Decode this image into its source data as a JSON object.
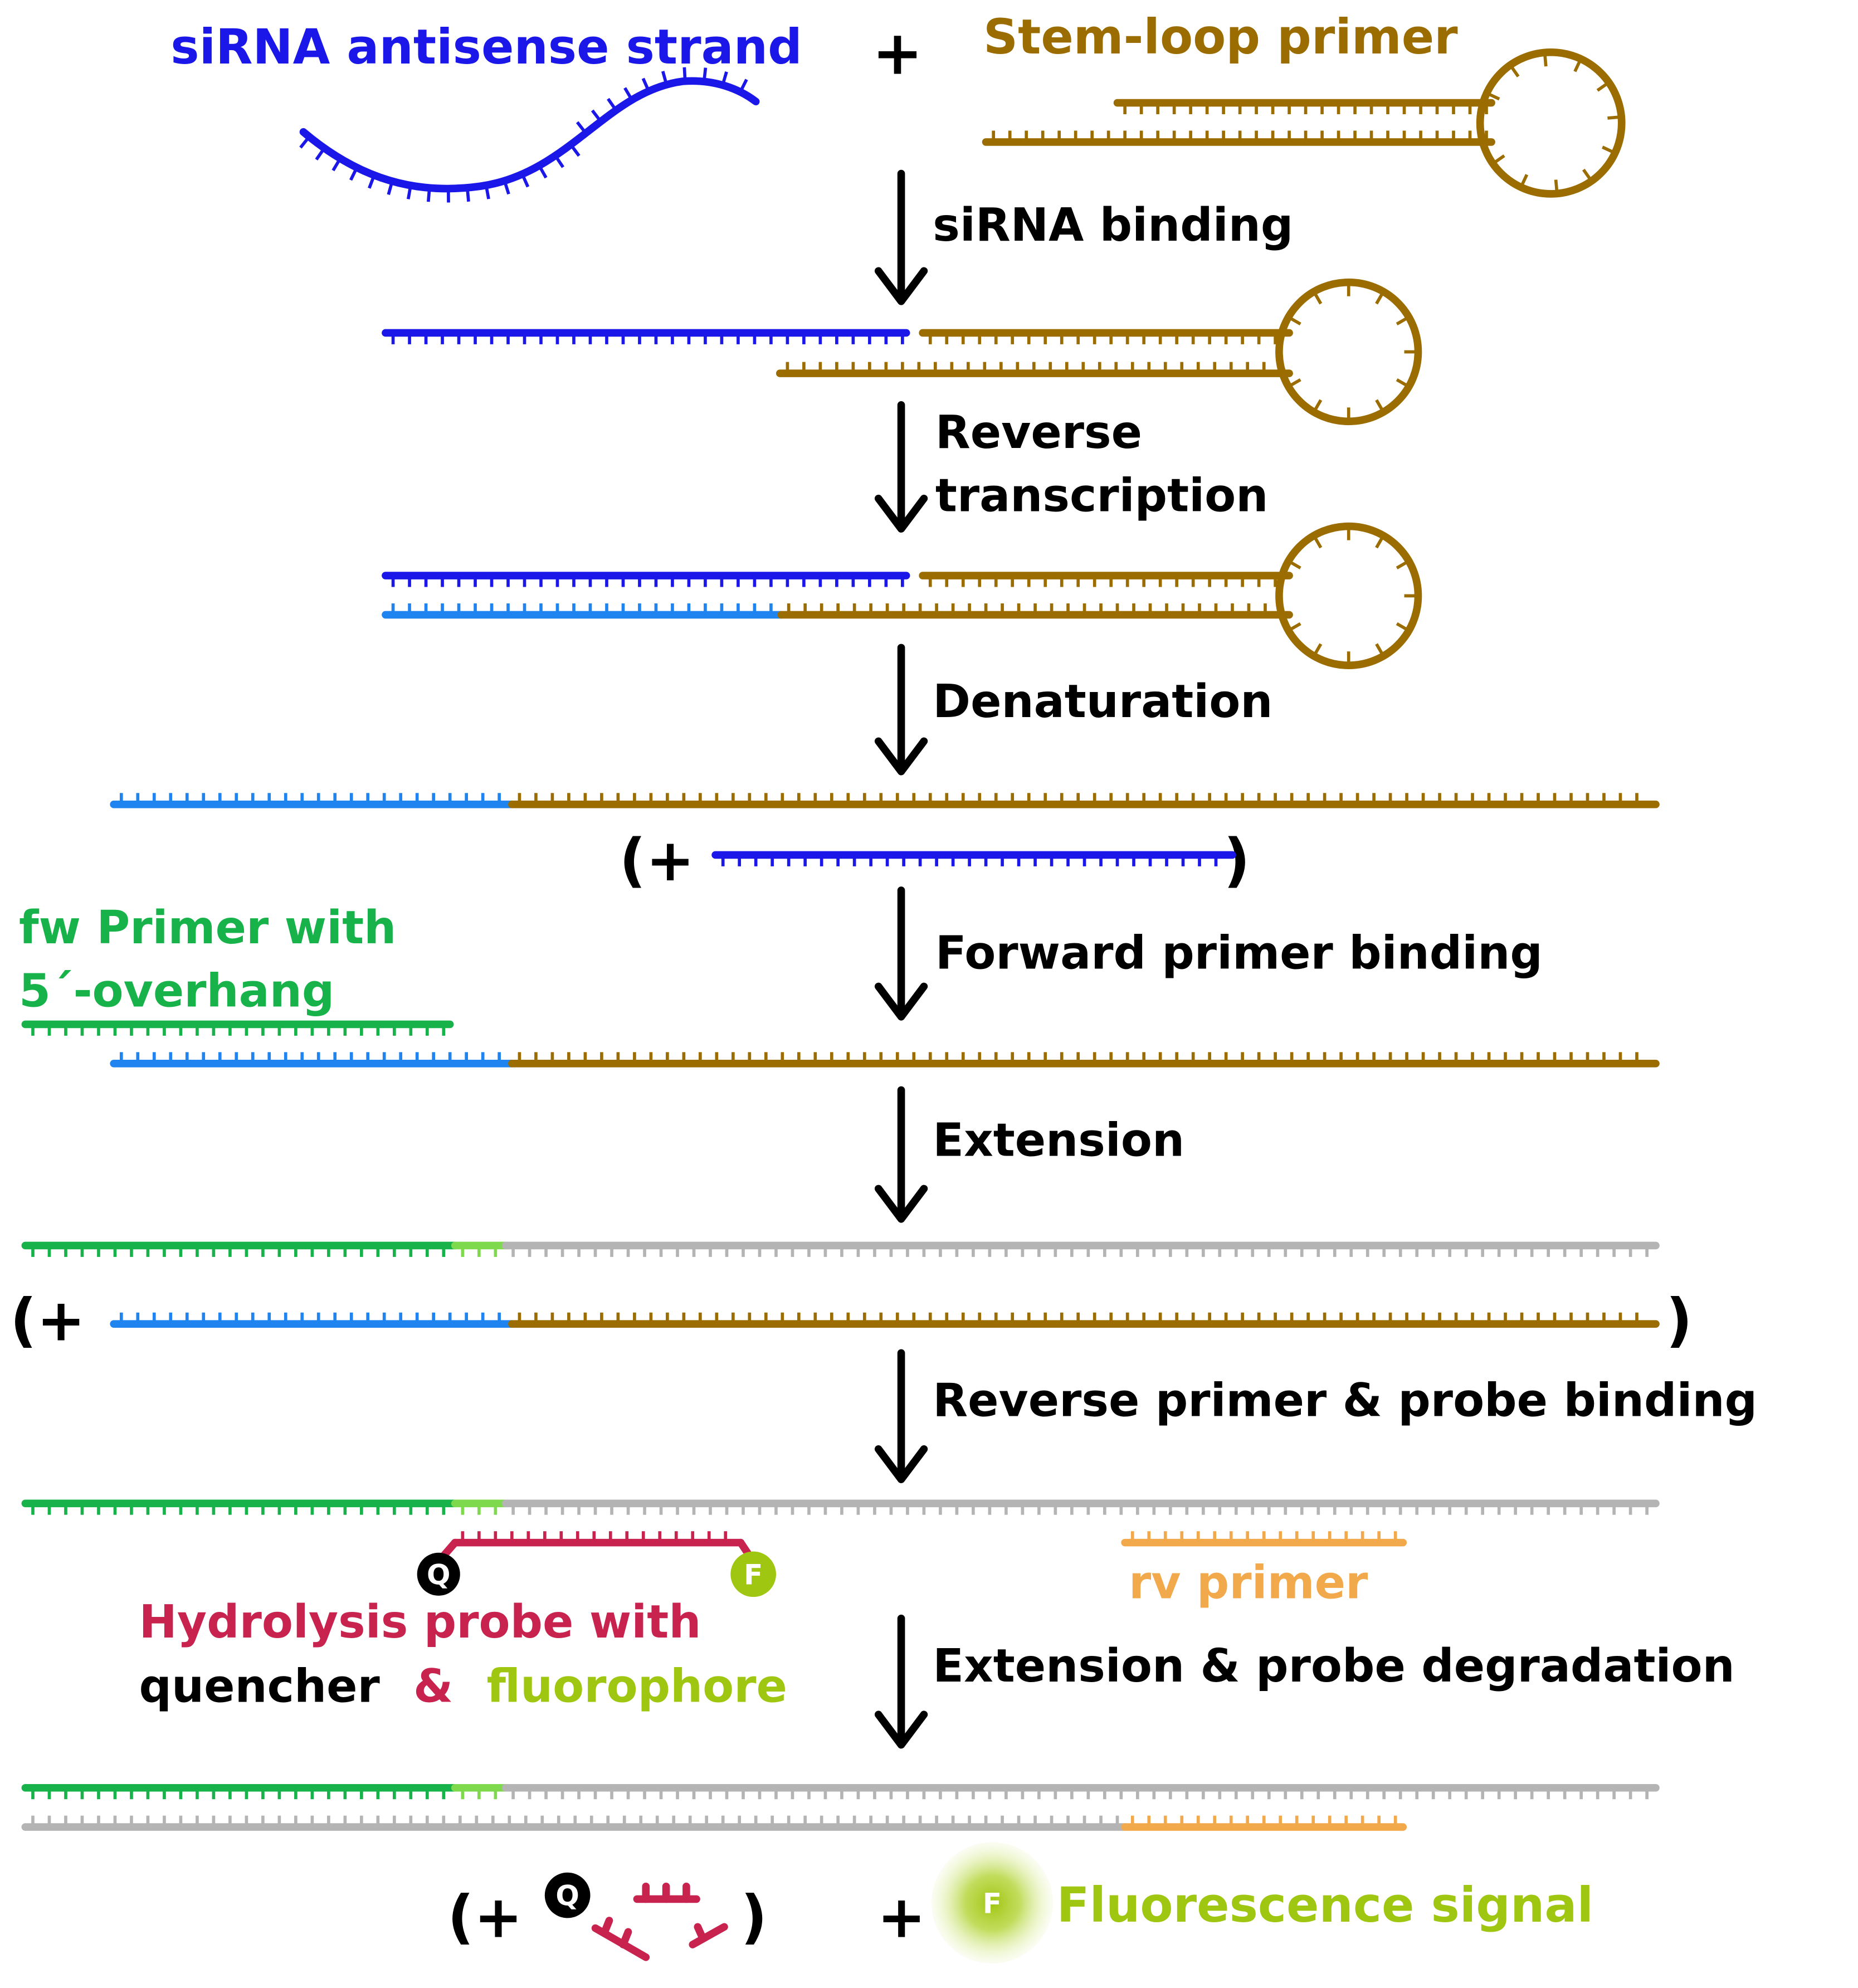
{
  "colors": {
    "sirna": "#1a17e8",
    "stemloop": "#9b6c00",
    "cdna": "#1f84f0",
    "fw_primer": "#17b34a",
    "fw_light": "#7fd94c",
    "grey": "#b4b4b4",
    "probe": "#c8234f",
    "rv_primer": "#f2a94b",
    "fluor": "#9fc611",
    "black": "#000000"
  },
  "labels": {
    "sirna_antisense": "siRNA antisense strand",
    "plus": "+",
    "stem_loop_primer": "Stem-loop primer",
    "fw_primer_line1": "fw Primer with",
    "fw_primer_line2": "5´-overhang",
    "rv_primer": "rv primer",
    "probe_line1": "Hydrolysis probe with",
    "probe_line2_quencher": "quencher",
    "probe_line2_amp": "&",
    "probe_line2_fluorophore": "fluorophore",
    "fluorescence_signal": "Fluorescence signal",
    "quencher_letter": "Q",
    "fluorophore_letter": "F",
    "open_paren": "(",
    "close_paren": ")",
    "open_paren_plus": "(+"
  },
  "steps": [
    "siRNA binding",
    "Reverse",
    "transcription",
    "Denaturation",
    "Forward primer binding",
    "Extension",
    "Reverse primer & probe binding",
    "Extension & probe degradation"
  ]
}
